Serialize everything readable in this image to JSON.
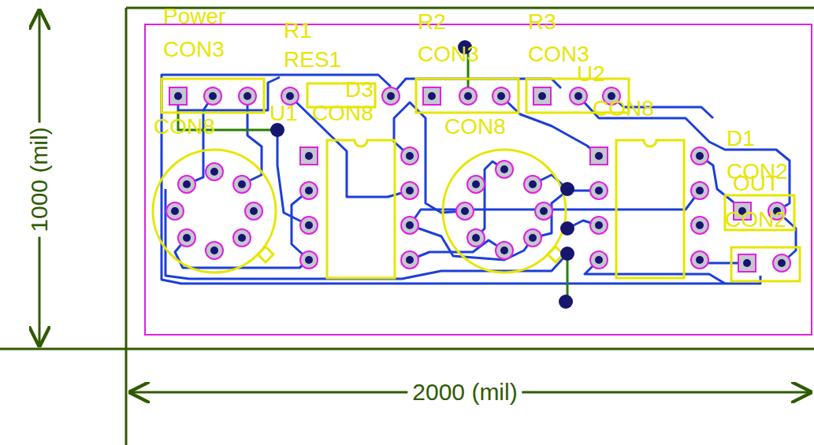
{
  "diagram": {
    "labels": [
      "Power",
      "CON3",
      "R1",
      "RES1",
      "R2",
      "CON3",
      "R3",
      "CON3",
      "D3",
      "U2",
      "CON8",
      "U1",
      "CON8",
      "CON8",
      "CON8",
      "D1",
      "CON2",
      "OUT",
      "CON2",
      "1000 (mil)",
      "2000 (mil)"
    ]
  }
}
